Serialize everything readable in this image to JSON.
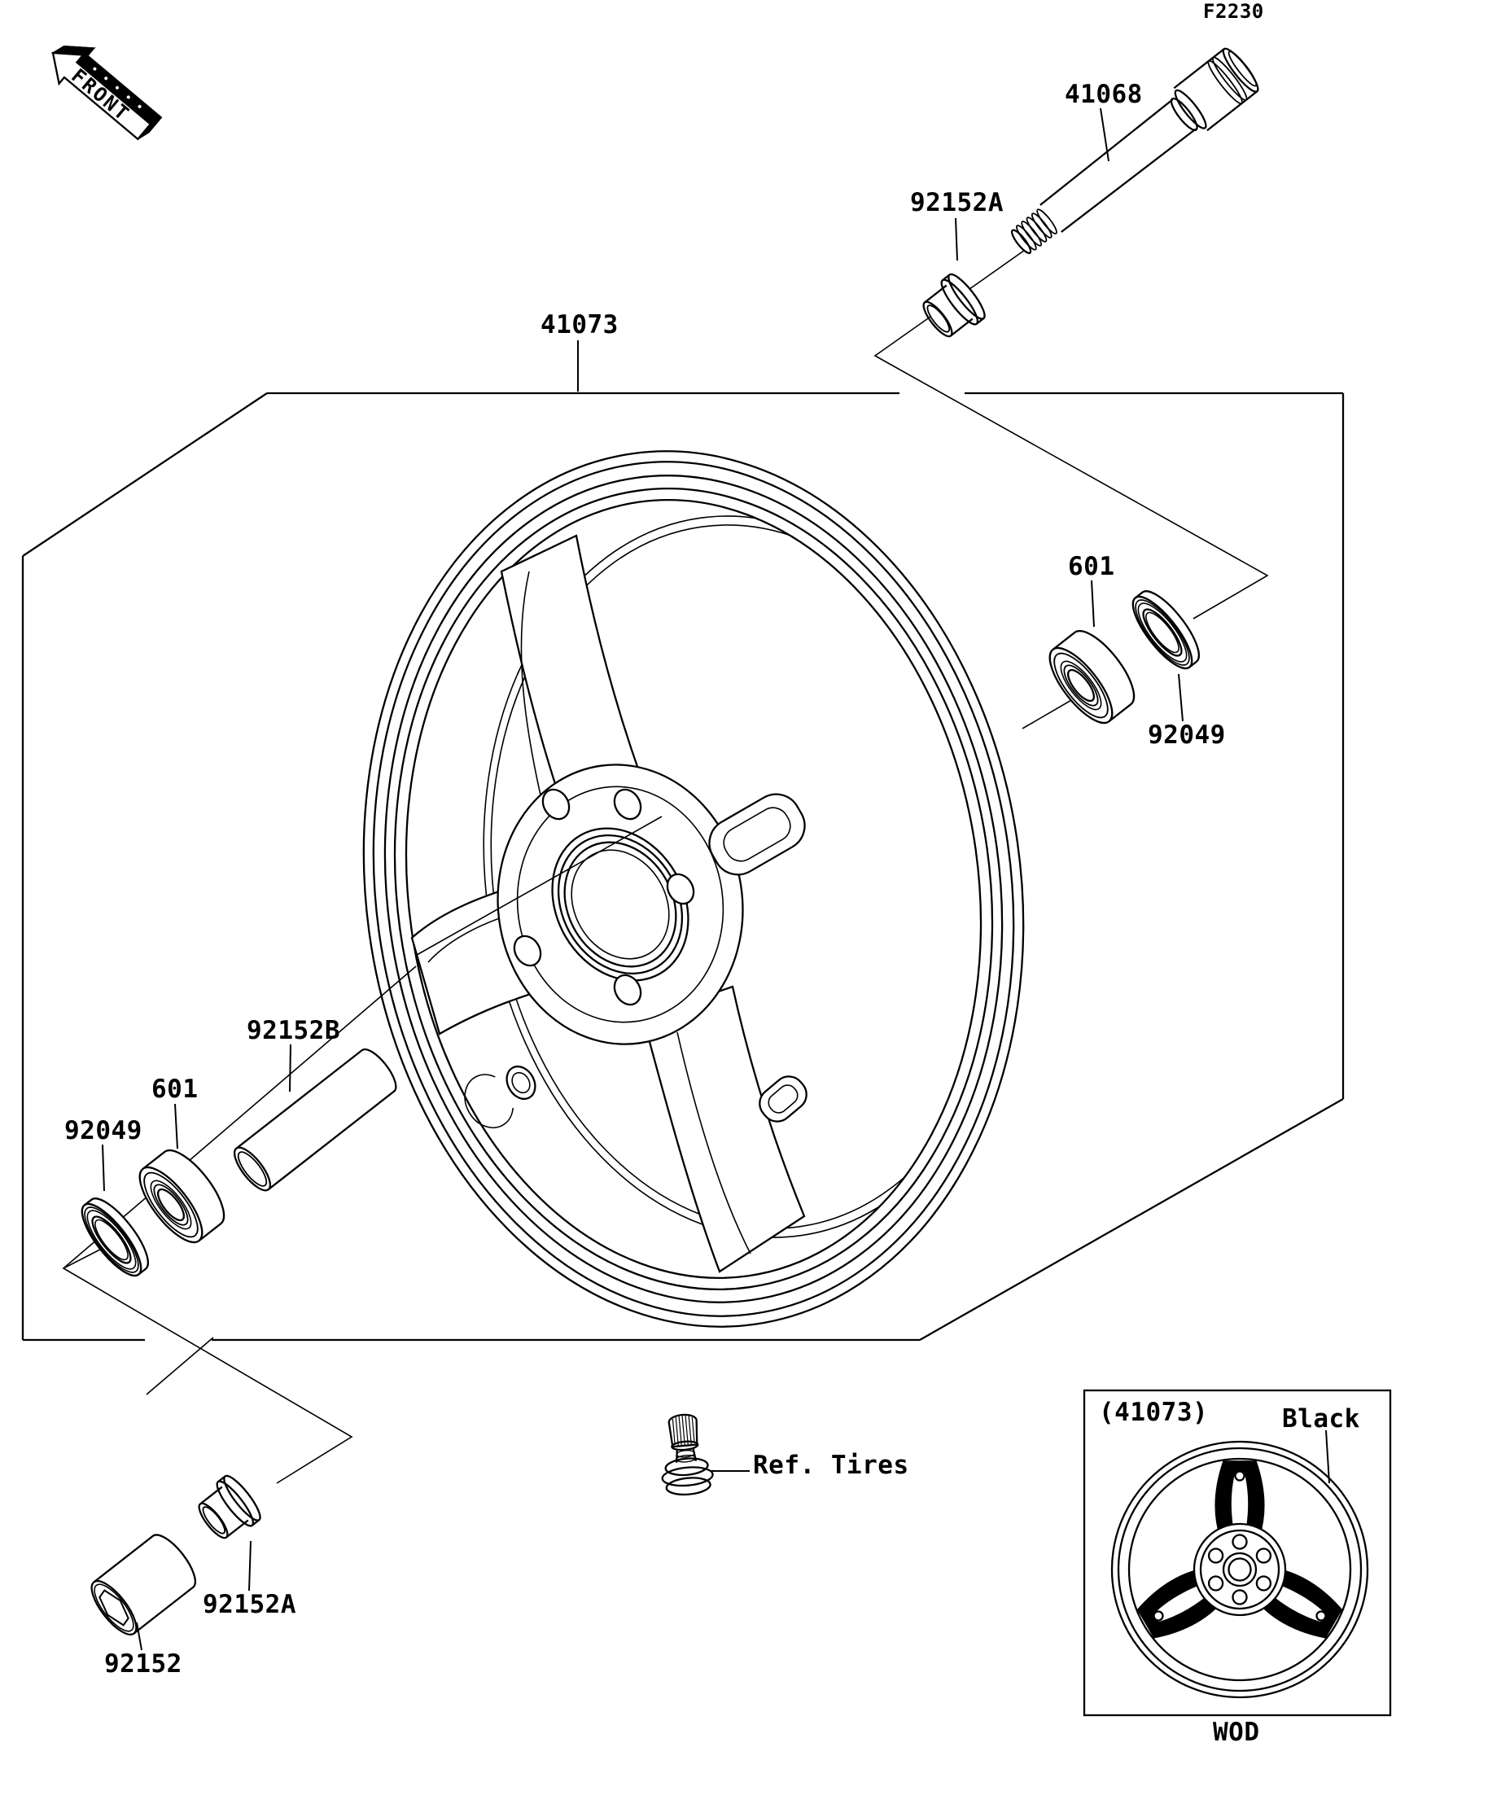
{
  "header": {
    "sheet_code": "F2230",
    "front": "FRONT"
  },
  "labels": {
    "axle": "41068",
    "collar_top": "92152A",
    "wheel": "41073",
    "bearing_right": "601",
    "seal_right": "92049",
    "spacer": "92152B",
    "bearing_left": "601",
    "seal_left": "92049",
    "collar_bottom": "92152A",
    "collar_hex": "92152",
    "tires_ref": "Ref. Tires"
  },
  "inset": {
    "part_ref": "(41073)",
    "color_note": "Black",
    "code": "WOD"
  },
  "colors": {
    "ink": "#000000",
    "paper": "#ffffff"
  }
}
